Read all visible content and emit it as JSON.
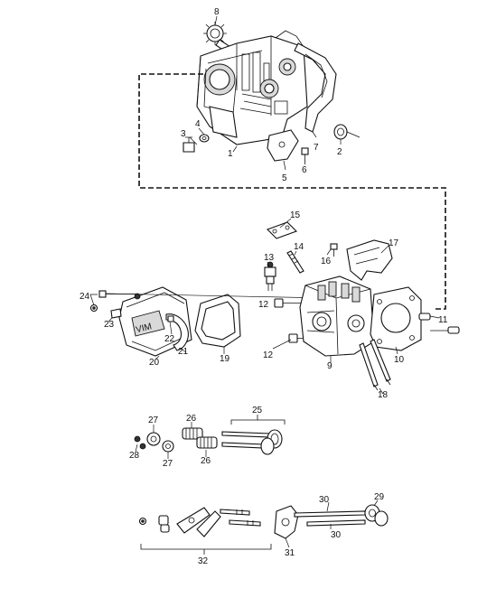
{
  "callouts": [
    "1",
    "2",
    "3",
    "4",
    "5",
    "6",
    "7",
    "8",
    "9",
    "10",
    "11",
    "12",
    "12",
    "13",
    "14",
    "15",
    "16",
    "17",
    "18",
    "19",
    "20",
    "21",
    "22",
    "23",
    "24",
    "25",
    "26",
    "26",
    "27",
    "27",
    "28",
    "29",
    "30",
    "30",
    "31",
    "32"
  ]
}
